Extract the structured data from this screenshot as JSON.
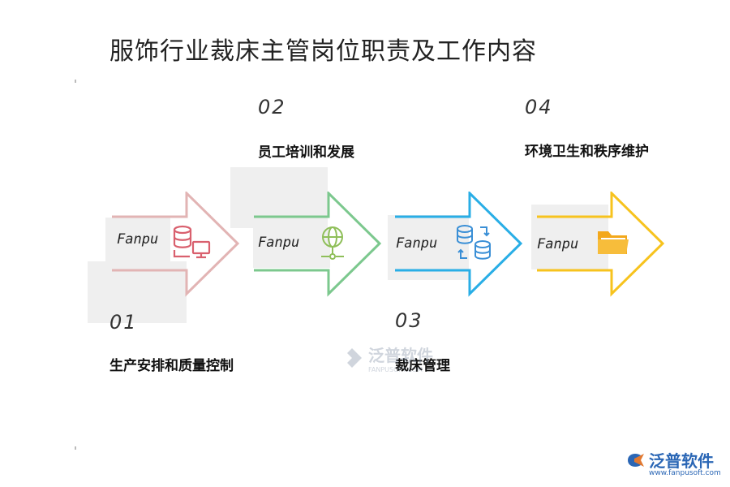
{
  "title": "服饰行业裁床主管岗位职责及工作内容",
  "steps": [
    {
      "num": "01",
      "label": "生产安排和质量控制",
      "brand": "Fanpu",
      "icon": "database-monitor-icon",
      "color": "#e2b4b4",
      "icon_color": "#d9606e"
    },
    {
      "num": "02",
      "label": "员工培训和发展",
      "brand": "Fanpu",
      "icon": "network-globe-icon",
      "color": "#7cc88e",
      "icon_color": "#8fbf5a"
    },
    {
      "num": "03",
      "label": "裁床管理",
      "brand": "Fanpu",
      "icon": "database-sync-icon",
      "color": "#29aee6",
      "icon_color": "#3a8fd6"
    },
    {
      "num": "04",
      "label": "环境卫生和秩序维护",
      "brand": "Fanpu",
      "icon": "folder-icon",
      "color": "#f7c31e",
      "icon_color": "#f3a81b"
    }
  ],
  "watermark": {
    "cn": "泛普软件",
    "en": "FANPUSOFT.COM"
  },
  "logo": {
    "cn": "泛普软件",
    "en": "www.fanpusoft.com"
  }
}
